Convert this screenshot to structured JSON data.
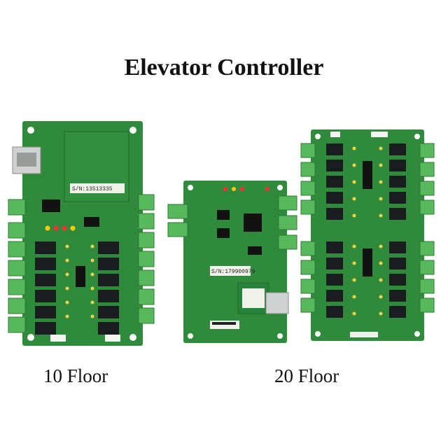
{
  "title": "Elevator Controller",
  "products": [
    {
      "caption": "10 Floor",
      "serial": "S/N:13513335"
    },
    {
      "caption": "20 Floor",
      "serial": "S/N:179900979"
    }
  ],
  "colors": {
    "pcb": "#2f8a3c",
    "terminal": "#58b95c",
    "relay": "#1a1d1f"
  }
}
